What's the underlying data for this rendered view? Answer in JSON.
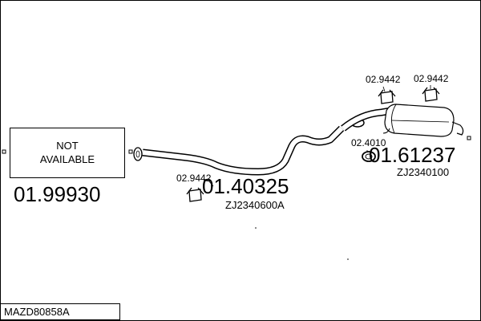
{
  "diagram": {
    "not_available": {
      "line1": "NOT",
      "line2": "AVAILABLE"
    },
    "parts": {
      "left": {
        "number": "01.99930"
      },
      "middle": {
        "number": "01.40325",
        "ref": "ZJ2340600A"
      },
      "rear": {
        "number": "01.61237",
        "ref": "ZJ2340100"
      }
    },
    "accessories": {
      "hanger_mid": "02.9442",
      "hanger_rear_left": "02.9442",
      "hanger_rear_right": "02.9442",
      "ring": "02.4010"
    },
    "footer_code": "MAZD80858A"
  }
}
